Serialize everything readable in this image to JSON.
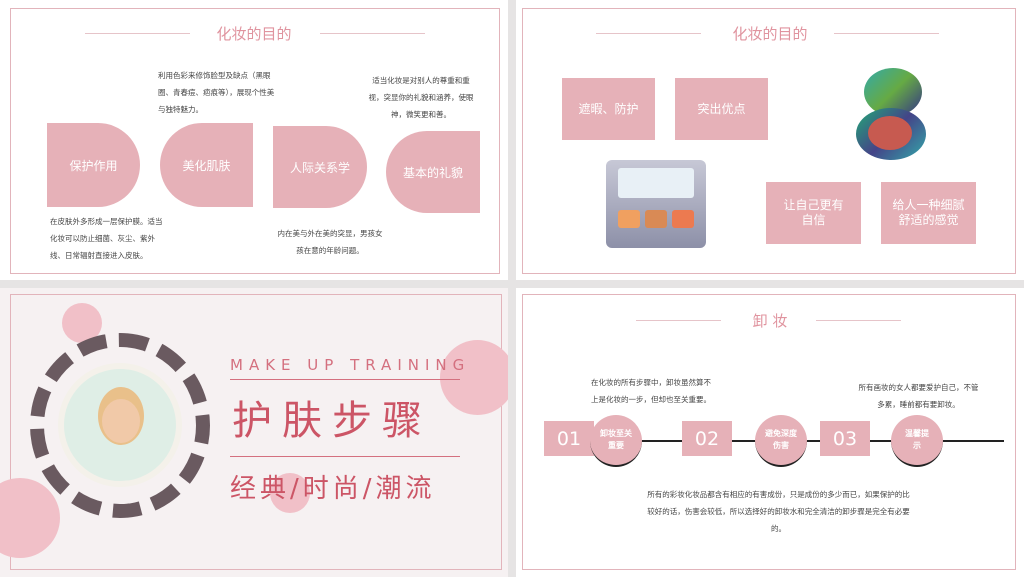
{
  "slide1": {
    "title": "化妆的目的",
    "items": [
      {
        "label": "保护作用",
        "desc": "在皮肤外多形成一层保护膜。适当化妆可以防止细菌、灰尘、紫外线、日常辐射直接进入皮肤。"
      },
      {
        "label": "美化肌肤",
        "desc": "利用色彩来修饰脸型及缺点（黑眼圈、青春痘、疤痕等），展现个性美与独特魅力。"
      },
      {
        "label": "人际关系学",
        "desc": "内在美与外在美的突显，男孩女孩在意的年龄问题。"
      },
      {
        "label": "基本的礼貌",
        "desc": "适当化妆是对别人的尊重和重视，突显你的礼貌和涵养，使眼神，微笑更和善。"
      }
    ]
  },
  "slide2": {
    "title": "化妆的目的",
    "boxes": [
      "遮暇、防护",
      "突出优点",
      "让自己更有自信",
      "给人一种细腻舒适的感觉"
    ]
  },
  "slide3": {
    "subtitle": "MAKE UP TRAINING",
    "title": "护肤步骤",
    "tagline": "经典/时尚/潮流"
  },
  "slide4": {
    "title": "卸 妆",
    "steps": [
      {
        "num": "01",
        "label": "卸妆至关重要",
        "desc": "在化妆的所有步骤中，卸妆虽然算不上是化妆的一步，但却也至关重要。"
      },
      {
        "num": "02",
        "label": "避免深度伤害",
        "desc": "所有的彩妆化妆品都含有相应的有害成份，只是成份的多少而已，如果保护的比较好的话，伤害会较低，所以选择好的卸妆水和完全清洁的卸步骤是完全有必要的。"
      },
      {
        "num": "03",
        "label": "温馨提示",
        "desc": "所有画妆的女人都要爱护自己，不管多累，睡前都有要卸妆。"
      }
    ]
  },
  "colors": {
    "accent": "#e6b1b8",
    "title": "#e0949f"
  }
}
